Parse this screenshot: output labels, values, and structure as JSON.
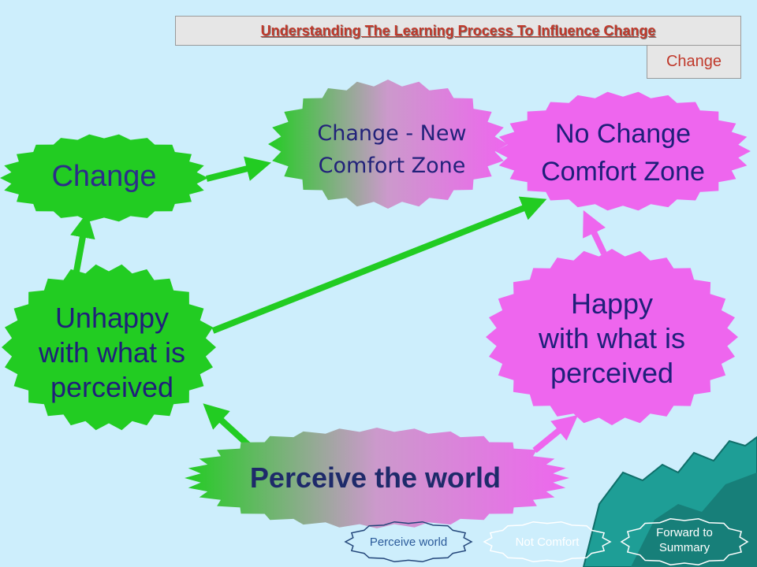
{
  "header": {
    "title": "Understanding The Learning Process To Influence Change",
    "section": "Change"
  },
  "nodes": {
    "change": "Change",
    "change_new_line1": "Change - New",
    "change_new_line2": "Comfort Zone",
    "no_change_line1": "No Change",
    "no_change_line2": "Comfort Zone",
    "unhappy_line1": "Unhappy",
    "unhappy_line2": "with what is",
    "unhappy_line3": "perceived",
    "happy_line1": "Happy",
    "happy_line2": "with what is",
    "happy_line3": "perceived",
    "perceive": "Perceive the world"
  },
  "nav": {
    "perceive_world": "Perceive world",
    "not_comfort": "Not Comfort",
    "forward_line1": "Forward to",
    "forward_line2": "Summary"
  },
  "colors": {
    "background": "#cdeefc",
    "green": "#22cc22",
    "magenta": "#ee66ee",
    "title_text": "#c0392b",
    "node_text": "#1f1f7a",
    "mountains": "#1e9e96"
  }
}
